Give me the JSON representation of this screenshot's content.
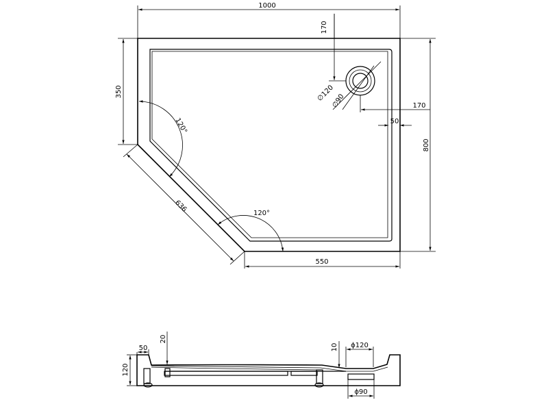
{
  "plan_view": {
    "dim_width_total": "1000",
    "dim_height_total": "800",
    "dim_left_side": "350",
    "dim_diagonal": "636",
    "dim_bottom": "550",
    "dim_drain_top_offset": "170",
    "dim_drain_right_offset": "170",
    "dim_rim_width": "50",
    "angle_upper": "120°",
    "angle_lower": "120°",
    "drain_outer_diameter": "∅120",
    "drain_inner_diameter": "∅90"
  },
  "section_view": {
    "dim_height": "120",
    "dim_rim": "50",
    "dim_step": "20",
    "dim_depth": "10",
    "drain_outer_diameter": "ϕ120",
    "drain_inner_diameter": "ϕ90"
  }
}
